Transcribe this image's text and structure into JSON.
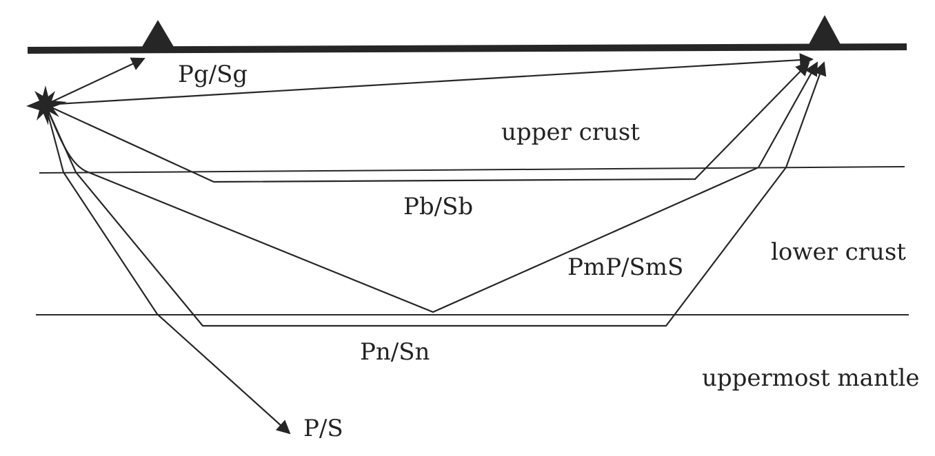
{
  "colors": {
    "ink": "#262626",
    "background": "#ffffff"
  },
  "icons": {
    "source": "star-burst-icon",
    "station": "triangle-icon"
  },
  "layers": {
    "upper_crust": "upper crust",
    "lower_crust": "lower crust",
    "mantle": "uppermost mantle"
  },
  "phases": {
    "direct": "Pg/Sg",
    "conrad_head": "Pb/Sb",
    "moho_reflection": "PmP/SmS",
    "moho_head": "Pn/Sn",
    "body_wave": "P/S"
  }
}
